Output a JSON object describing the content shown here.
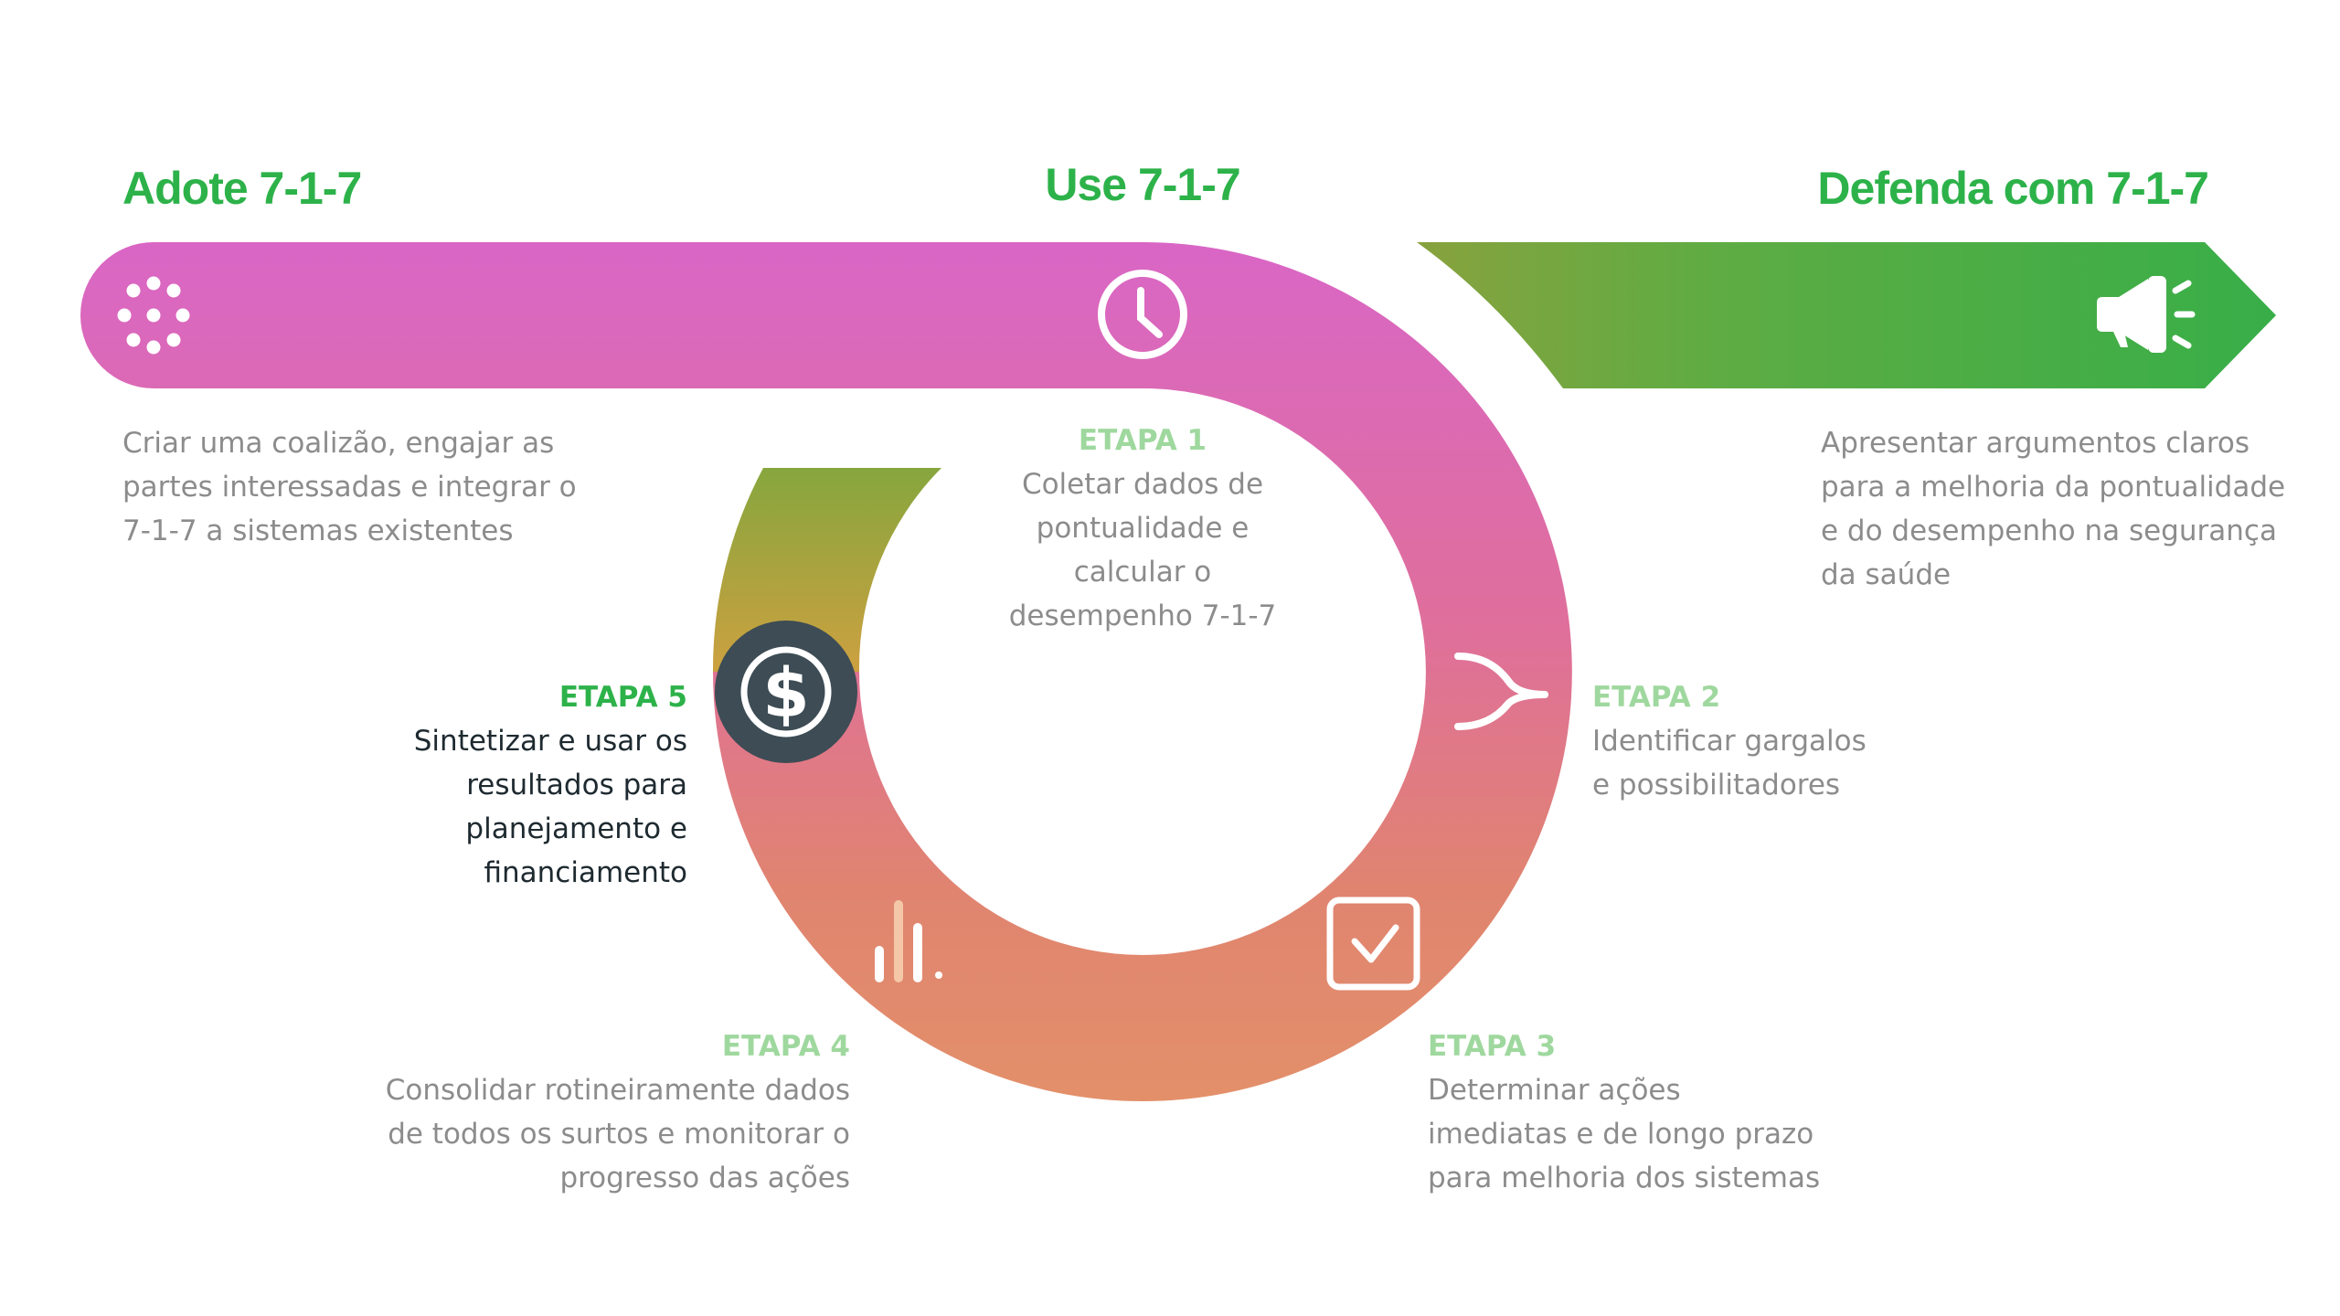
{
  "colors": {
    "magenta": "#d966c6",
    "pink": "#de6fa0",
    "coral": "#e0837a",
    "orange": "#e49a45",
    "olive": "#8aa63e",
    "green": "#3aae48",
    "heading_green": "#2db24a",
    "step_label_light": "#9fd89e",
    "body_gray": "#8c8c8c",
    "dark_icon_bg": "#3d4c55",
    "dark_text": "#1e2a30"
  },
  "headings": {
    "adopt": "Adote 7-1-7",
    "use": "Use 7-1-7",
    "defend": "Defenda com 7-1-7"
  },
  "descriptions": {
    "adopt": "Criar uma coalizão, engajar as\npartes interessadas e integrar o\n7-1-7 a sistemas existentes",
    "defend": "Apresentar argumentos claros\npara a melhoria da pontualidade\ne do desempenho na segurança\nda saúde"
  },
  "steps": [
    {
      "label": "ETAPA 1",
      "text": "Coletar dados de\npontualidade e\ncalcular o\ndesempenho 7-1-7",
      "icon": "clock-icon"
    },
    {
      "label": "ETAPA 2",
      "text": "Identificar gargalos\ne possibilitadores",
      "icon": "merge-arrows-icon"
    },
    {
      "label": "ETAPA 3",
      "text": "Determinar ações\nimediatas e de longo prazo\npara melhoria dos sistemas",
      "icon": "checkbox-icon"
    },
    {
      "label": "ETAPA 4",
      "text": "Consolidar rotineiramente dados\nde todos os surtos e monitorar o\nprogresso das ações",
      "icon": "bar-chart-icon"
    },
    {
      "label": "ETAPA 5",
      "text": "Sintetizar e usar os\nresultados para\nplanejamento e\nfinanciamento",
      "icon": "dollar-icon",
      "highlighted": true
    }
  ],
  "icons": {
    "adopt": "dots-circle-icon",
    "defend": "megaphone-icon"
  }
}
